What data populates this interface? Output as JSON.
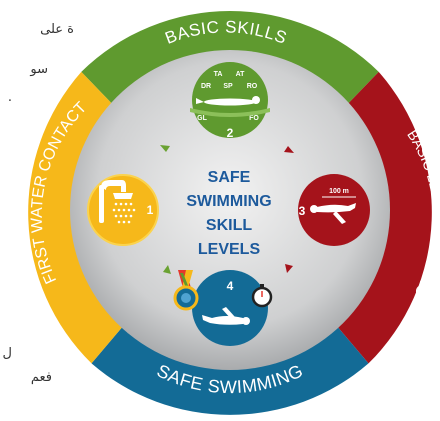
{
  "side_text": {
    "line1": "ة على",
    "line2": "سو",
    "line3": ".",
    "line4": "ل",
    "line5": "فعم"
  },
  "ring_labels": {
    "top": "BASIC SKILLS",
    "right": "BASIC LEVEL SWIMMING",
    "bottom": "SAFE SWIMMING",
    "left": "FIRST WATER CONTACT"
  },
  "center_title": [
    "SAFE",
    "SWIMMING",
    "SKILL",
    "LEVELS"
  ],
  "levels": {
    "one": "1",
    "two": "2",
    "three": "3",
    "four": "4"
  },
  "level2_skills": [
    "TA",
    "AT",
    "DR",
    "SP",
    "RO",
    "GL",
    "FO"
  ],
  "level3_distance": "100 m",
  "icons": {
    "level1": "shower-icon",
    "level2": "swimmer-icon",
    "level3": "swimmer-icon",
    "level4": "medal-icon",
    "level4_extra": "stopwatch-icon"
  },
  "colors": {
    "green": "#5f9a2f",
    "red": "#a5131b",
    "blue": "#136b96",
    "yellow": "#f6b81a",
    "gray": "#c9cacb",
    "title_blue": "#1d5a9c"
  }
}
